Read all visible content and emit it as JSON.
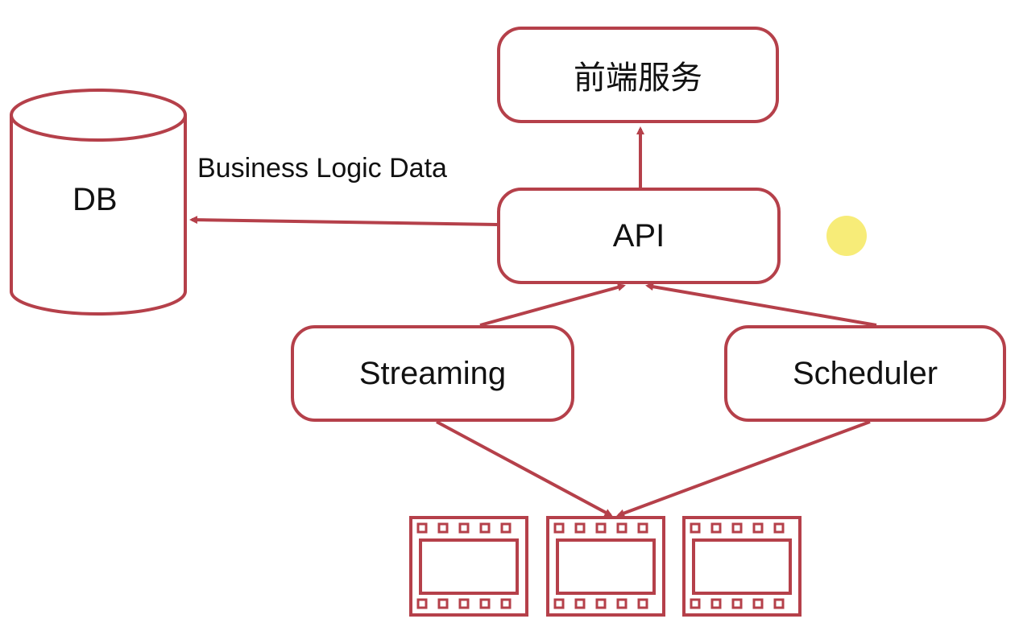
{
  "nodes": {
    "frontend": "前端服务",
    "api": "API",
    "streaming": "Streaming",
    "scheduler": "Scheduler",
    "db": "DB"
  },
  "edges": {
    "api_to_db_label": "Business Logic Data"
  },
  "colors": {
    "stroke": "#b5404a",
    "text": "#111111",
    "background": "#ffffff",
    "pointer": "#f7ec78"
  },
  "icons": [
    "database-cylinder-icon",
    "film-strip-icon",
    "film-strip-icon",
    "film-strip-icon"
  ]
}
